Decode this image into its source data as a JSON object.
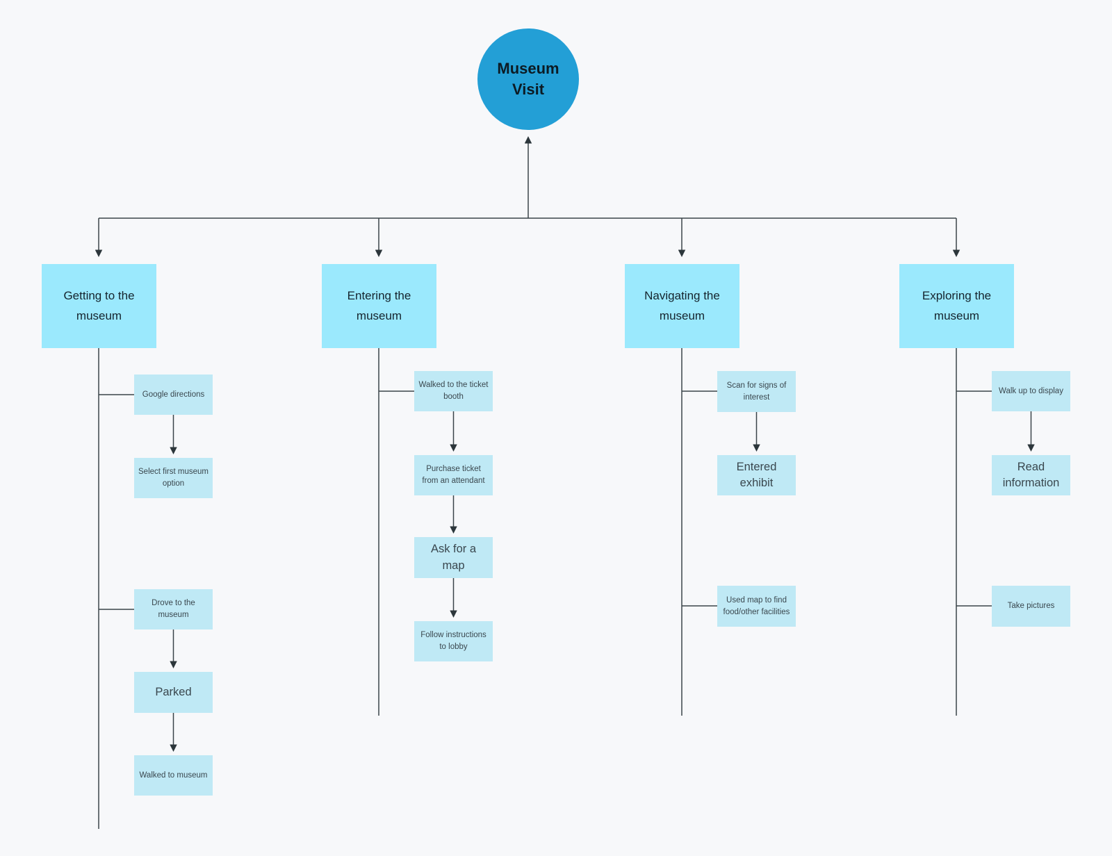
{
  "diagram": {
    "title": "Museum Visit",
    "colors": {
      "root_fill": "#239fd6",
      "branch_fill": "#9be9fd",
      "child_fill": "#bfe9f5",
      "wire": "#3a4449",
      "background": "#f7f8fa"
    },
    "root": {
      "label": "Museum Visit"
    },
    "branches": [
      {
        "label": "Getting to the museum",
        "children": [
          {
            "label": "Google directions"
          },
          {
            "label": "Select first museum option"
          },
          {
            "label": "Drove to the museum"
          },
          {
            "label": "Parked"
          },
          {
            "label": "Walked to museum"
          }
        ]
      },
      {
        "label": "Entering the museum",
        "children": [
          {
            "label": "Walked to the ticket booth"
          },
          {
            "label": "Purchase ticket from an attendant"
          },
          {
            "label": "Ask for a map"
          },
          {
            "label": "Follow instructions to lobby"
          }
        ]
      },
      {
        "label": "Navigating the museum",
        "children": [
          {
            "label": "Scan for signs of interest"
          },
          {
            "label": "Entered exhibit"
          },
          {
            "label": "Used map to find food/other facilities"
          }
        ]
      },
      {
        "label": "Exploring the museum",
        "children": [
          {
            "label": "Walk up to display"
          },
          {
            "label": "Read information"
          },
          {
            "label": "Take pictures"
          }
        ]
      }
    ]
  }
}
